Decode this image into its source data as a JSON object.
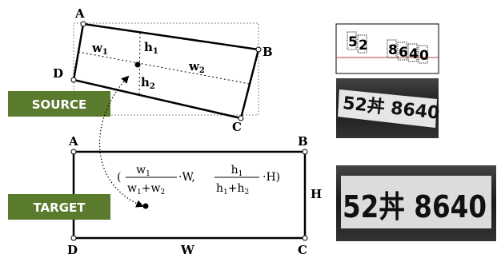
{
  "tags": {
    "source": "SOURCE",
    "target": "TARGET"
  },
  "source_quad": {
    "corner_a": "A",
    "corner_b": "B",
    "corner_c": "C",
    "corner_d": "D",
    "w1": {
      "base": "w",
      "sub": "1"
    },
    "w2": {
      "base": "w",
      "sub": "2"
    },
    "h1": {
      "base": "h",
      "sub": "1"
    },
    "h2": {
      "base": "h",
      "sub": "2"
    }
  },
  "target_rect": {
    "corner_a": "A",
    "corner_b": "B",
    "corner_c": "C",
    "corner_d": "D",
    "width_label": "W",
    "height_label": "H"
  },
  "formula": {
    "open_paren": "(",
    "frac1_num": {
      "base": "w",
      "sub": "1"
    },
    "frac1_den_a": {
      "base": "w",
      "sub": "1"
    },
    "frac1_den_plus": "+",
    "frac1_den_b": {
      "base": "w",
      "sub": "2"
    },
    "times_w": "·W,",
    "frac2_num": {
      "base": "h",
      "sub": "1"
    },
    "frac2_den_a": {
      "base": "h",
      "sub": "1"
    },
    "frac2_den_plus": "+",
    "frac2_den_b": {
      "base": "h",
      "sub": "2"
    },
    "times_h": "·H)"
  },
  "plates": {
    "detected": {
      "d1": "5",
      "d2": "2",
      "d3": "8",
      "d4": "6",
      "d5": "4",
      "d6": "0"
    },
    "source_crop": "52丼 8640",
    "rectified": "52丼 8640"
  }
}
